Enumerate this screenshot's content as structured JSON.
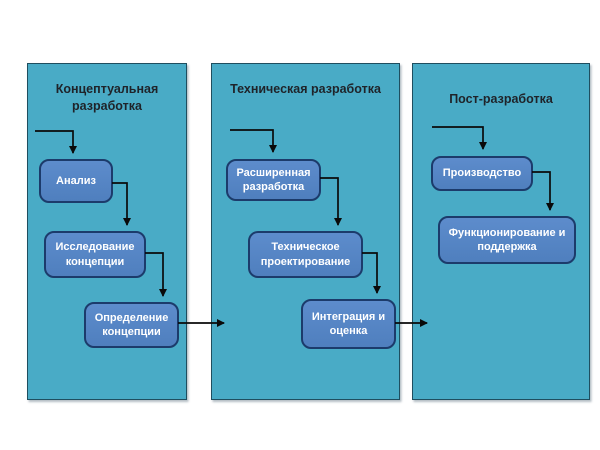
{
  "diagram": {
    "panels": [
      {
        "title": "Концептуальная разработка",
        "boxes": [
          {
            "label": "Анализ"
          },
          {
            "label": "Исследование концепции"
          },
          {
            "label": "Определение концепции"
          }
        ]
      },
      {
        "title": "Техническая разработка",
        "boxes": [
          {
            "label": "Расширенная разработка"
          },
          {
            "label": "Техническое проектирование"
          },
          {
            "label": "Интеграция и оценка"
          }
        ]
      },
      {
        "title": "Пост-разработка",
        "boxes": [
          {
            "label": "Производство"
          },
          {
            "label": "Функционирование и поддержка"
          }
        ]
      }
    ],
    "connections": [
      {
        "from": "Анализ",
        "to": "Исследование концепции"
      },
      {
        "from": "Исследование концепции",
        "to": "Определение концепции"
      },
      {
        "from": "Определение концепции",
        "to": "Техническая разработка"
      },
      {
        "from": "Расширенная разработка",
        "to": "Техническое проектирование"
      },
      {
        "from": "Техническое проектирование",
        "to": "Интеграция и оценка"
      },
      {
        "from": "Интеграция и оценка",
        "to": "Пост-разработка"
      },
      {
        "from": "Производство",
        "to": "Функционирование и поддержка"
      }
    ],
    "colors": {
      "panel_fill": "#49abc6",
      "panel_border": "#1f4e5f",
      "box_fill": "#5584c6",
      "box_border": "#1c3b6b",
      "box_text": "#ffffff",
      "title_text": "#1f2329",
      "arrow": "#0a0a0a",
      "background": "#ffffff"
    }
  }
}
